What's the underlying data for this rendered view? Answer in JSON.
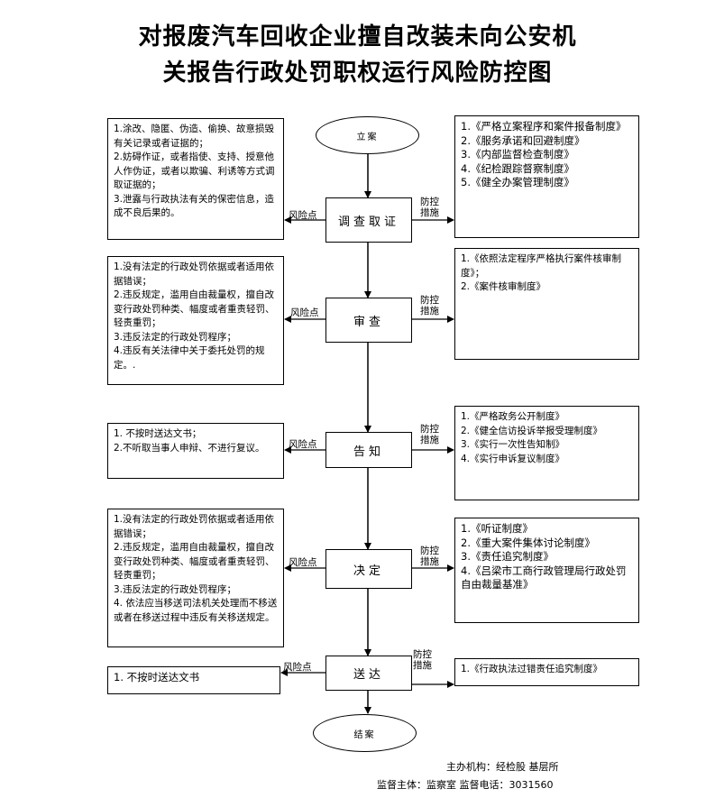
{
  "title": {
    "line1": "对报废汽车回收企业擅自改装未向公安机",
    "line2": "关报告行政处罚职权运行风险防控图"
  },
  "start": "立案",
  "end": "结案",
  "risk_label": "风险点",
  "control_label_1": "防控",
  "control_label_2": "措施",
  "steps": [
    {
      "name": "调查取证",
      "risks": [
        "1.涂改、隐匿、伪造、偷换、故意损毁有关记录或者证据的；",
        "2.妨碍作证，或者指使、支持、授意他人作伪证，或者以欺骗、利诱等方式调取证据的；",
        "3.泄露与行政执法有关的保密信息，造成不良后果的。"
      ],
      "controls": [
        "1.《严格立案程序和案件报备制度》",
        "2.《服务承诺和回避制度》",
        "3.《内部监督检查制度》",
        "4.《纪检跟踪督察制度》",
        "5.《健全办案管理制度》"
      ]
    },
    {
      "name": "审查",
      "risks": [
        "1.没有法定的行政处罚依据或者适用依据错误；",
        "2.违反规定，滥用自由裁量权，擅自改变行政处罚种类、幅度或者重责轻罚、轻责重罚；",
        "3.违反法定的行政处罚程序；",
        "4.违反有关法律中关于委托处罚的规定。."
      ],
      "controls": [
        "1.《依照法定程序严格执行案件核审制度》；",
        "2.《案件核审制度》"
      ]
    },
    {
      "name": "告知",
      "risks": [
        "1. 不按时送达文书；",
        "2.不听取当事人申辩、不进行复议。"
      ],
      "controls": [
        "1.《严格政务公开制度》",
        "2.《健全信访投诉举报受理制度》",
        "3.《实行一次性告知制》",
        "4.《实行申诉复议制度》"
      ]
    },
    {
      "name": "决定",
      "risks": [
        "1.没有法定的行政处罚依据或者适用依据错误；",
        "2.违反规定，滥用自由裁量权，擅自改变行政处罚种类、幅度或者重责轻罚、轻责重罚；",
        "3.违反法定的行政处罚程序；",
        "4. 依法应当移送司法机关处理而不移送或者在移送过程中违反有关移送规定。"
      ],
      "controls": [
        "1.《听证制度》",
        "2.《重大案件集体讨论制度》",
        "3.《责任追究制度》",
        "4.《吕梁市工商行政管理局行政处罚自由裁量基准》"
      ]
    },
    {
      "name": "送达",
      "risks": [
        "1. 不按时送达文书"
      ],
      "controls": [
        "1.《行政执法过错责任追究制度》"
      ]
    }
  ],
  "footer": {
    "org": "主办机构：经检股   基层所",
    "supervisor": "监督主体：监察室   监督电话：3031560"
  }
}
